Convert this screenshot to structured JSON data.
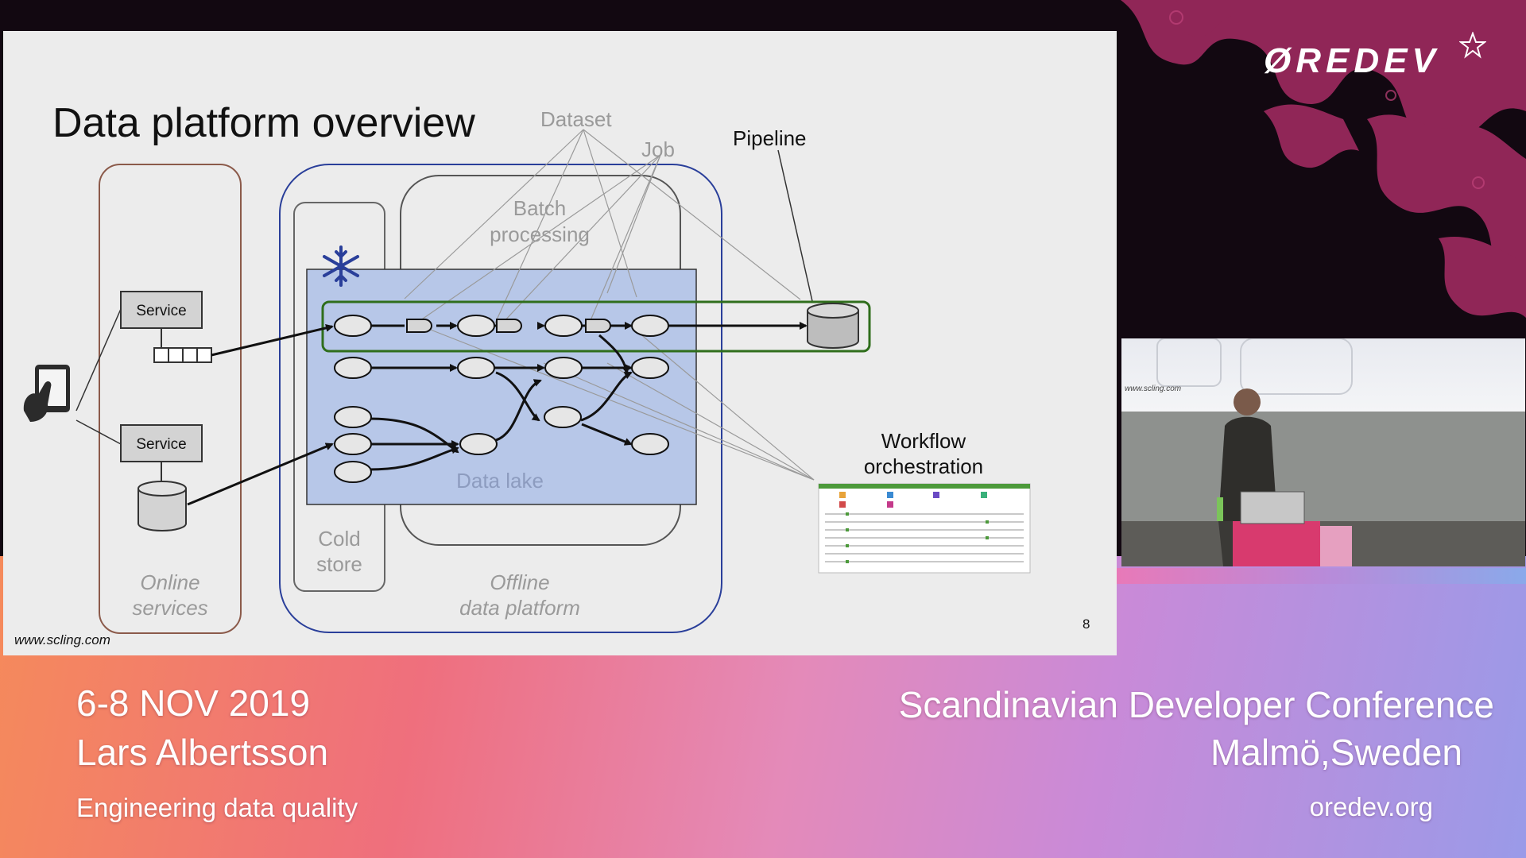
{
  "slide": {
    "title": "Data platform overview",
    "url": "www.scling.com",
    "page_number": "8",
    "labels": {
      "dataset": "Dataset",
      "job": "Job",
      "pipeline": "Pipeline",
      "batch_line1": "Batch",
      "batch_line2": "processing",
      "service_top": "Service",
      "service_bottom": "Service",
      "data_lake": "Data lake",
      "cold_line1": "Cold",
      "cold_line2": "store",
      "online_line1": "Online",
      "online_line2": "services",
      "offline_line1": "Offline",
      "offline_line2": "data platform",
      "workflow_line1": "Workflow",
      "workflow_line2": "orchestration"
    }
  },
  "camera": {
    "screen_url": "www.scling.com"
  },
  "branding": {
    "logo": "ØREDEV"
  },
  "footer": {
    "date": "6-8 NOV 2019",
    "speaker": "Lars Albertsson",
    "talk_title": "Engineering data quality",
    "conference": "Scandinavian Developer Conference",
    "city": "Malmö,Sweden",
    "website": "oredev.org"
  },
  "colors": {
    "accent_magenta": "#a3285c",
    "data_lake_fill": "#b7c7e8",
    "pipeline_border": "#2f6e1c",
    "platform_border": "#2a3f9a"
  }
}
